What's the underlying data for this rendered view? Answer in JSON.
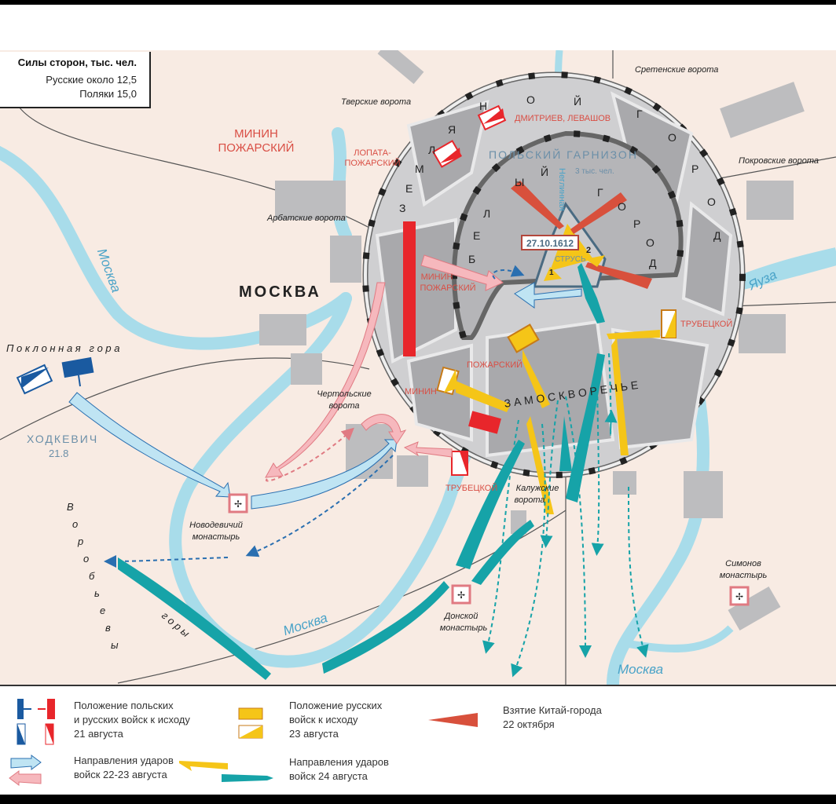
{
  "forces": {
    "title": "Силы сторон, тыс. чел.",
    "russians": "Русские около 12,5",
    "poles": "Поляки 15,0"
  },
  "labels": {
    "city": "МОСКВА",
    "river_left": "Москва",
    "river_bottom": "Москва",
    "river_right": "Москва",
    "yauza": "Яуза",
    "neglinnaya": "Неглинная",
    "poklonnaya": "П о к л о н н а я   г о р а",
    "vorobyovy": [
      "В",
      "о",
      "р",
      "о",
      "б",
      "ь",
      "е",
      "в",
      "ы"
    ],
    "gory": "г о р ы",
    "khodkevich": "ХОДКЕВИЧ",
    "khodkevich_date": "21.8",
    "minin_pozharsky_top": [
      "МИНИН",
      "ПОЖАРСКИЙ"
    ],
    "lopata": [
      "ЛОПАТА-",
      "ПОЖАРСКИЙ"
    ],
    "dmitriev": "ДМИТРИЕВ, ЛЕВАШОВ",
    "garrison": "ПОЛЬСКИЙ ГАРНИЗОН",
    "garrison_size": "3 тыс. чел.",
    "minin_pozharsky_mid": [
      "МИНИН",
      "ПОЖАРСКИЙ"
    ],
    "pozharsky": "ПОЖАРСКИЙ",
    "minin": "МИНИН",
    "trubetskoy_right": "ТРУБЕЦКОЙ",
    "trubetskoy_bottom": "ТРУБЕЦКОЙ",
    "zamoskvorechye": "З А М О С К В О Р Е Ч Ь Е",
    "zemlyanoy": [
      "З",
      "Е",
      "М",
      "Л",
      "Я",
      "Н",
      "О",
      "Й"
    ],
    "gorod_z": [
      "Г",
      "О",
      "Р",
      "О",
      "Д"
    ],
    "bely": [
      "Б",
      "Е",
      "Л",
      "Ы",
      "Й"
    ],
    "gorod_b": [
      "Г",
      "О",
      "Р",
      "О",
      "Д"
    ],
    "date": "27.10.1612",
    "strus": "СТРУСЬ",
    "num1": "1",
    "num2": "2",
    "gates": {
      "tverskie": "Тверские ворота",
      "sretenskie": "Сретенские ворота",
      "pokrovskie": "Покровские ворота",
      "arbatskie": "Арбатские ворота",
      "chertolskie": [
        "Чертольские",
        "ворота"
      ],
      "kaluzhskie": [
        "Калужские",
        "ворота"
      ]
    },
    "monasteries": {
      "novodevichy": [
        "Новодевичий",
        "монастырь"
      ],
      "donskoy": [
        "Донской",
        "монастырь"
      ],
      "simonov": [
        "Симонов",
        "монастырь"
      ]
    }
  },
  "legend": {
    "positions_21": [
      "Положение польских",
      "и русских войск к исходу",
      "21 августа"
    ],
    "positions_23": [
      "Положение русских",
      "войск к исходу",
      "23 августа"
    ],
    "kitay": [
      "Взятие Китай-города",
      "22 октября"
    ],
    "strikes_22_23": [
      "Направления ударов",
      "войск 22-23 августа"
    ],
    "strikes_24": [
      "Направления ударов",
      "войск 24 августа"
    ]
  },
  "colors": {
    "land": "#f8ebe3",
    "water": "#a8dcea",
    "blocks": "#bdbdbf",
    "polish": "#1a5aa0",
    "russian": "#e8262b",
    "yellow": "#f5c518",
    "teal": "#16a3a8",
    "lightblue": "#bfe4f3",
    "pink": "#f6b8bd",
    "kitay_arrow": "#d8503c",
    "label_red": "#d94f45",
    "label_blue": "#6b8fa8"
  }
}
